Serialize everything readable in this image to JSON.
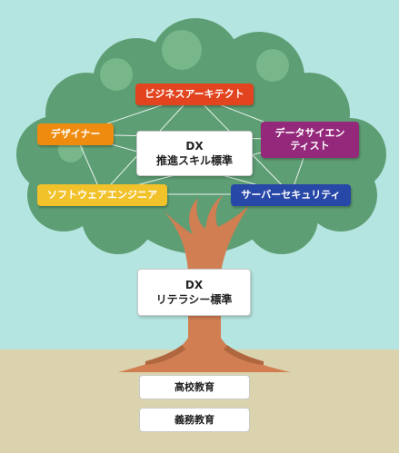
{
  "colors": {
    "sky": "#b5e5e0",
    "ground": "#dbd3ad",
    "foliage": "#5e9e74",
    "foliage_light": "#78b78a",
    "trunk": "#d07e52",
    "trunk_dark": "#b0663e",
    "architect": "#e2441f",
    "designer": "#ef8c0f",
    "data_scientist": "#94297c",
    "software_engineer": "#f1c22a",
    "security": "#2848a8"
  },
  "roles": {
    "architect": "ビジネスアーキテクト",
    "designer": "デザイナー",
    "data_scientist_line1": "データサイエン",
    "data_scientist_line2": "ティスト",
    "software_engineer": "ソフトウェアエンジニア",
    "security": "サーバーセキュリティ"
  },
  "center": {
    "line1": "DX",
    "line2": "推進スキル標準"
  },
  "literacy": {
    "line1": "DX",
    "line2": "リテラシー標準"
  },
  "education": {
    "high_school": "高校教育",
    "compulsory": "義務教育"
  }
}
